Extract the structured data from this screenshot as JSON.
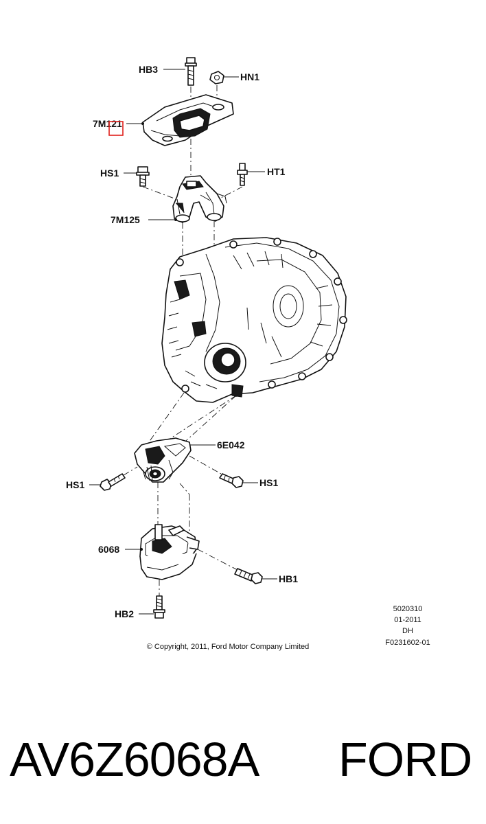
{
  "callouts": {
    "hb3": "HB3",
    "hn1": "HN1",
    "m121": "7M121",
    "hs1_top": "HS1",
    "ht1": "HT1",
    "m125": "7M125",
    "e042": "6E042",
    "hs1_left": "HS1",
    "hs1_right": "HS1",
    "m6068": "6068",
    "hb1": "HB1",
    "hb2": "HB2"
  },
  "info_block": {
    "line1": "5020310",
    "line2": "01-2011",
    "line3": "DH",
    "line4": "F0231602-01"
  },
  "copyright": "© Copyright, 2011, Ford Motor Company Limited",
  "caption": {
    "part_number": "AV6Z6068A",
    "brand": "FORD"
  },
  "colors": {
    "line": "#111111",
    "highlight": "#e0201b",
    "background": "#ffffff"
  }
}
